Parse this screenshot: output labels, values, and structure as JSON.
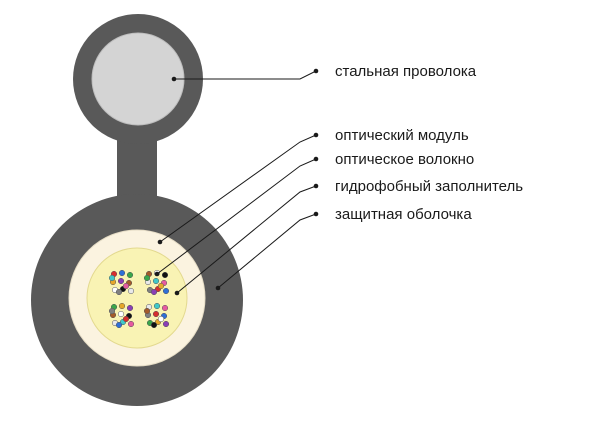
{
  "labels": {
    "steel_wire": "стальная проволока",
    "optical_module": "оптический модуль",
    "optical_fiber": "оптическое волокно",
    "hydrophobic_filler": "гидрофобный заполнитель",
    "protective_sheath": "защитная оболочка"
  },
  "colors": {
    "sheath": "#595959",
    "steel_wire": "#d4d4d4",
    "optical_module": "#fbf3e0",
    "hydrophobic_filler": "#f9f3b4",
    "leader": "#1a1a1a"
  },
  "fiber_colors": [
    "#d62e2e",
    "#2f6fd6",
    "#3aa64a",
    "#e6a72a",
    "#8b3fb5",
    "#a35a2a",
    "#ffffff",
    "#111111",
    "#e9e9e9",
    "#40c8c8",
    "#e65aa0",
    "#7f7f7f"
  ]
}
